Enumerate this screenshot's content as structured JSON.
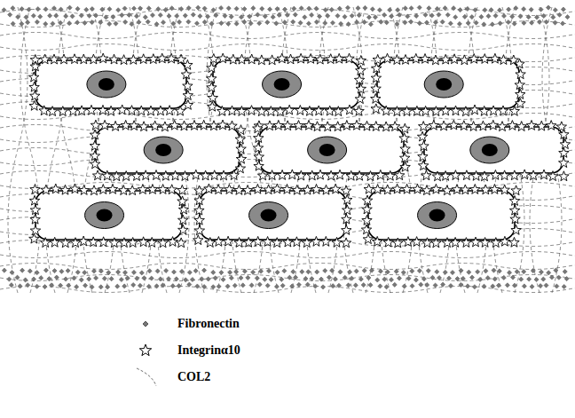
{
  "diagram": {
    "legend": [
      {
        "text": "Fibronectin"
      },
      {
        "text": "Integrinα10"
      },
      {
        "text": "COL2"
      }
    ]
  }
}
